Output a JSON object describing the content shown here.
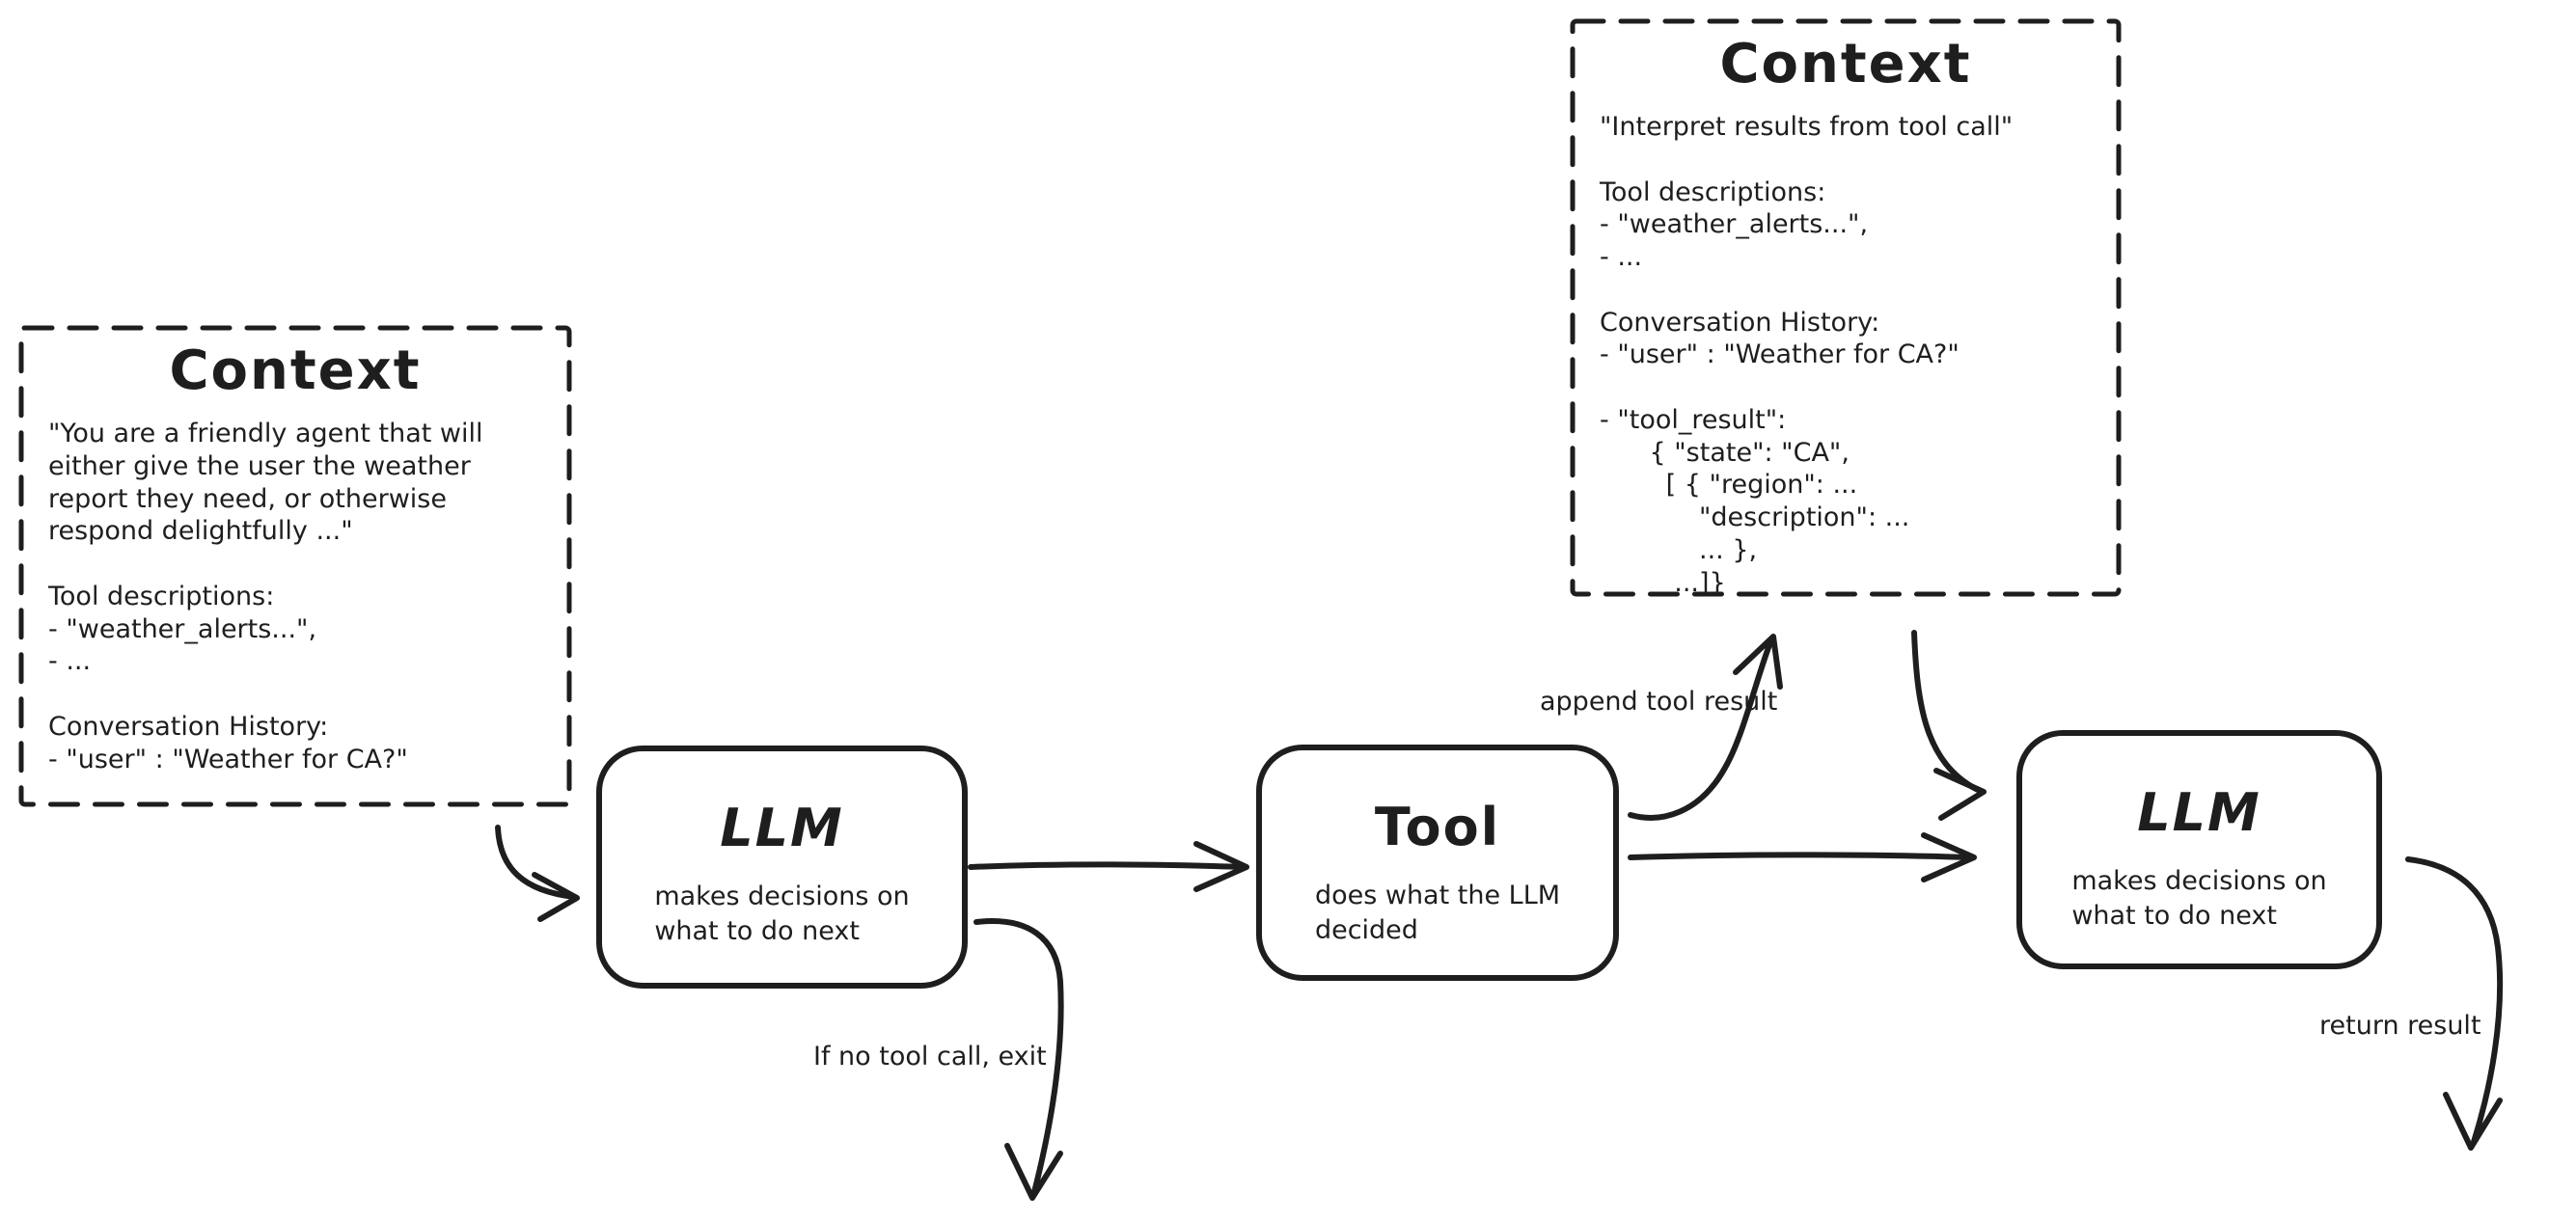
{
  "canvas": {
    "background": "#ffffff",
    "stroke_color": "#1e1e1e"
  },
  "left_context": {
    "title": "Context",
    "body": "\"You are a friendly agent that will\neither give the user the weather\nreport they need, or otherwise\nrespond delightfully ...\"\n\nTool descriptions:\n- \"weather_alerts...\",\n- ...\n\nConversation History:\n- \"user\" : \"Weather for CA?\""
  },
  "top_context": {
    "title": "Context",
    "body": "\"Interpret results from tool call\"\n\nTool descriptions:\n- \"weather_alerts...\",\n- ...\n\nConversation History:\n- \"user\" : \"Weather for CA?\"\n\n- \"tool_result\":\n      { \"state\": \"CA\",\n        [ { \"region\": ...\n            \"description\": ...\n            ... },\n         ...]}"
  },
  "nodes": {
    "llm1": {
      "title": "LLM",
      "subtitle": "makes decisions on\nwhat to do next"
    },
    "tool": {
      "title": "Tool",
      "subtitle": "does what the LLM\ndecided"
    },
    "llm2": {
      "title": "LLM",
      "subtitle": "makes decisions on\nwhat to do next"
    }
  },
  "edge_labels": {
    "append_tool_result": "append tool result",
    "no_tool_call_exit": "If no tool call, exit",
    "return_result": "return result"
  }
}
